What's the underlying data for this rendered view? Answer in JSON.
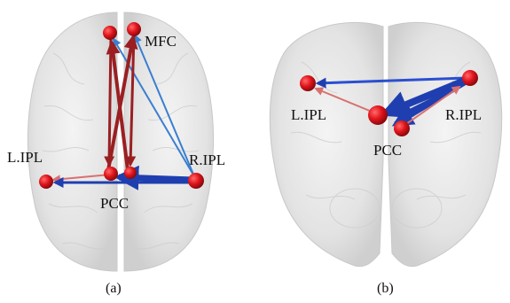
{
  "panels": [
    {
      "id": "a",
      "caption": "(a)",
      "view": "axial",
      "nodes": [
        {
          "id": "mfc_l",
          "label": ""
        },
        {
          "id": "mfc_r",
          "label": "MFC"
        },
        {
          "id": "lipl",
          "label": "L.IPL"
        },
        {
          "id": "ripl",
          "label": "R.IPL"
        },
        {
          "id": "pcc",
          "label": "PCC"
        }
      ]
    },
    {
      "id": "b",
      "caption": "(b)",
      "view": "coronal",
      "nodes": [
        {
          "id": "lipl",
          "label": "L.IPL"
        },
        {
          "id": "ripl",
          "label": "R.IPL"
        },
        {
          "id": "pcc",
          "label": "PCC"
        }
      ]
    }
  ],
  "colors": {
    "node": "#e0141b",
    "positive_edge": "#9a1f22",
    "negative_edge": "#1f3fb0",
    "light_blue_edge": "#3a7fd0",
    "brain": "#d9d9d9"
  }
}
